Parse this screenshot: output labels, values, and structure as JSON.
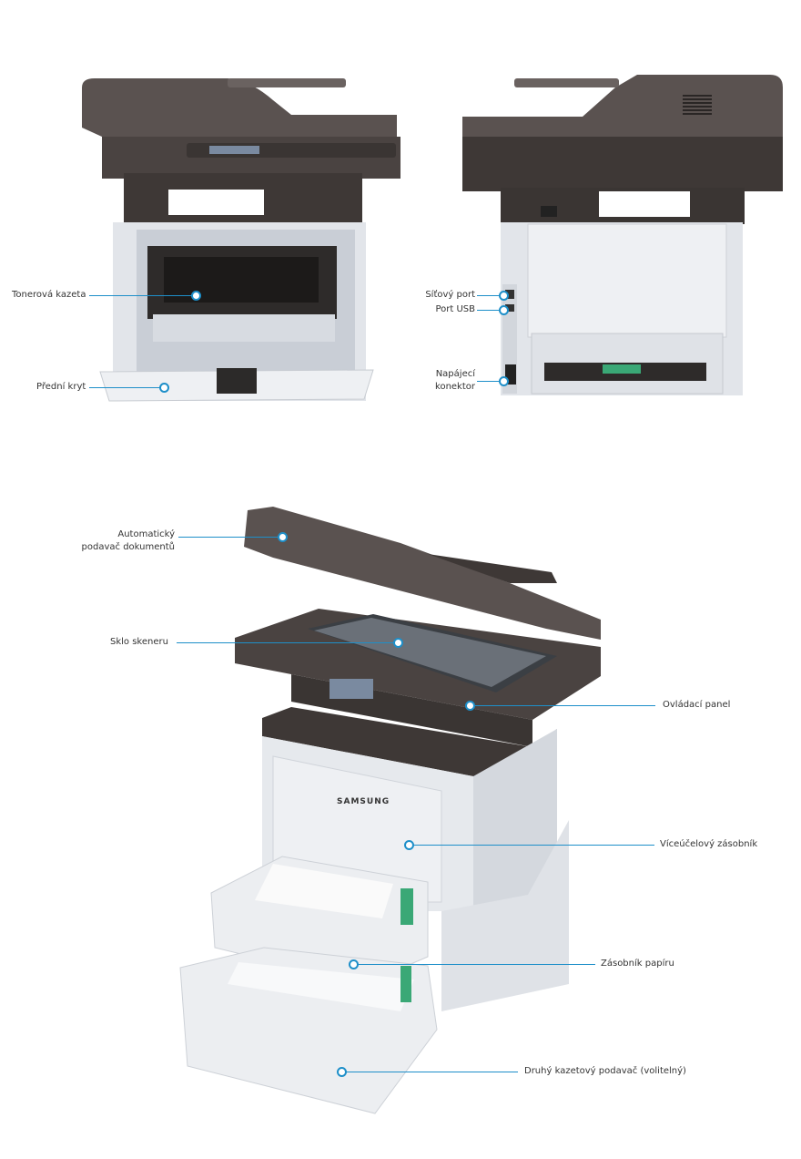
{
  "illustration": {
    "brand_text": "SAMSUNG"
  },
  "callouts": {
    "toner": "Tonerová kazeta",
    "front_cover": "Přední kryt",
    "network_port": "Síťový port",
    "usb_port": "Port USB",
    "power_line1": "Napájecí",
    "power_line2": "konektor",
    "adf_line1": "Automatický",
    "adf_line2": "podavač dokumentů",
    "scanner_glass": "Sklo skeneru",
    "control_panel": "Ovládací panel",
    "multipurpose_tray": "Víceúčelový zásobník",
    "paper_tray": "Zásobník papíru",
    "second_cassette": "Druhý kazetový podavač (volitelný)"
  },
  "colors": {
    "callout_accent": "#1e8fc9",
    "printer_dark": "#4a4341",
    "printer_light": "#e8eaee"
  }
}
